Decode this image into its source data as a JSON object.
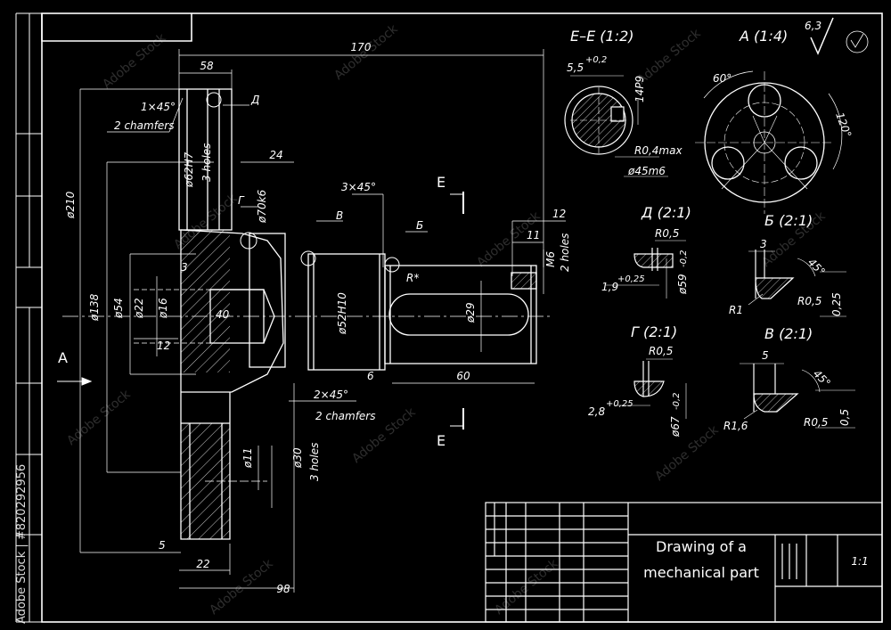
{
  "colors": {
    "background": "#000000",
    "line": "#ffffff",
    "watermark": "#ffffff"
  },
  "title_block": {
    "title_line1": "Drawing of a",
    "title_line2": "mechanical part",
    "scale": "1:1"
  },
  "views": {
    "section_e": "E–E (1:2)",
    "view_a": "A (1:4)",
    "detail_d": "Д (2:1)",
    "detail_b": "Б (2:1)",
    "detail_g": "Г (2:1)",
    "detail_v": "В (2:1)"
  },
  "roughness": "6,3",
  "watermark": {
    "brand": "Adobe Stock",
    "side_text": "Adobe Stock | #820292956"
  },
  "markers": {
    "view_a_arrow": "A",
    "section_e_top": "E",
    "section_e_bottom": "E",
    "leader_d": "Д",
    "leader_g": "Г",
    "leader_v": "В",
    "leader_b": "Б"
  },
  "main_dims": {
    "d170": "170",
    "d58": "58",
    "d24": "24",
    "d12": "12",
    "d11": "11",
    "m6": "M6",
    "m6_holes": "2 holes",
    "c1x45": "1×45°",
    "chamfers2a": "2 chamfers",
    "phi62": "ø62H7",
    "holes3a": "3 holes",
    "phi210": "ø210",
    "phi70": "ø70k6",
    "c3x45": "3×45°",
    "d3": "3",
    "phi138": "ø138",
    "phi54": "ø54",
    "phi22": "ø22",
    "phi16": "ø16",
    "d40": "40",
    "d12b": "12",
    "phi52": "ø52H10",
    "rstar": "R*",
    "phi29": "ø29",
    "d6": "6",
    "d60": "60",
    "c2x45": "2×45°",
    "chamfers2b": "2 chamfers",
    "phi11": "ø11",
    "phi30": "ø30",
    "holes3b": "3 holes",
    "d5": "5",
    "d22": "22",
    "d98": "98"
  },
  "section_dims": {
    "w55": "5,5",
    "w55_tol": "+0,2",
    "h14": "14P9",
    "r04": "R0,4max",
    "phi45": "ø45m6"
  },
  "a_dims": {
    "ang60": "60°",
    "ang120": "120°"
  },
  "d_dims": {
    "r05": "R0,5",
    "d19": "1,9",
    "d19_tol": "+0,25",
    "phi59": "ø59",
    "phi59_tol": "-0,2"
  },
  "b_dims": {
    "d3": "3",
    "ang45": "45°",
    "r1": "R1",
    "r05": "R0,5",
    "d025": "0,25"
  },
  "g_dims": {
    "r05": "R0,5",
    "d28": "2,8",
    "d28_tol": "+0,25",
    "phi67": "ø67",
    "phi67_tol": "-0,2"
  },
  "v_dims": {
    "d5": "5",
    "ang45": "45°",
    "r16": "R1,6",
    "r05": "R0,5",
    "d05": "0,5"
  }
}
